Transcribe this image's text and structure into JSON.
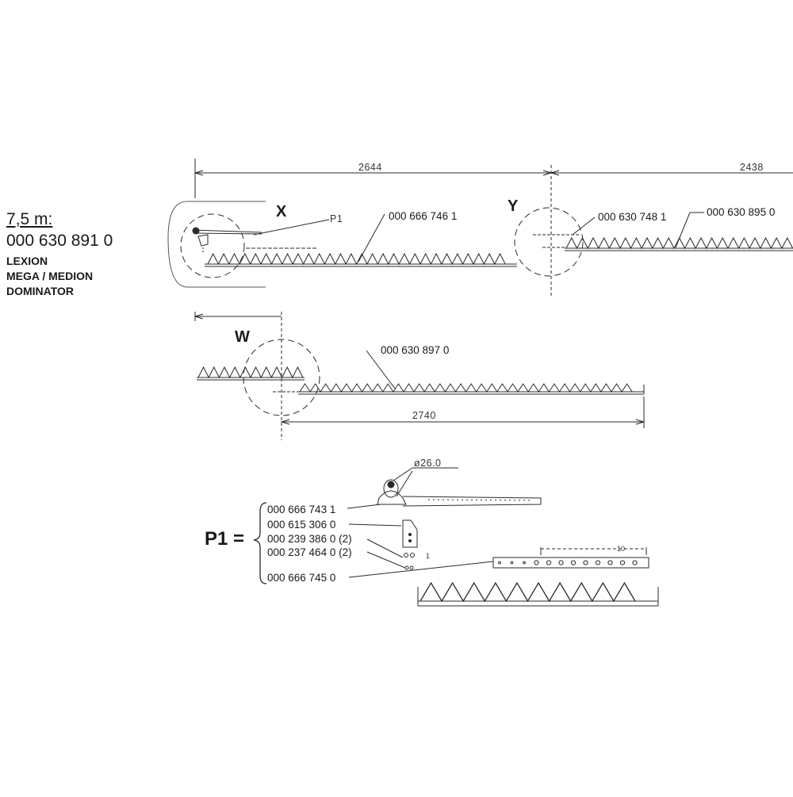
{
  "side_info": {
    "size": "7,5 m:",
    "part_number": "000 630 891 0",
    "models": [
      "LEXION",
      "MEGA / MEDION",
      "DOMINATOR"
    ]
  },
  "details": {
    "x": "X",
    "y": "Y",
    "w": "W",
    "p1_ref": "P1"
  },
  "dimensions": {
    "top_left": "2644",
    "top_right": "2438",
    "middle": "2740",
    "diameter": "ø26.0",
    "p1_count": "10",
    "p1_small": "1"
  },
  "parts": {
    "blade_main": "000 666 746 1",
    "blade_y_left": "000 630 748 1",
    "blade_y_right": "000 630 895 0",
    "blade_w": "000 630 897 0"
  },
  "p1": {
    "title": "P1 =",
    "items": [
      "000 666 743 1",
      "000 615 306 0",
      "000 239 386 0 (2)",
      "000 237 464 0 (2)",
      "000 666 745 0"
    ]
  }
}
